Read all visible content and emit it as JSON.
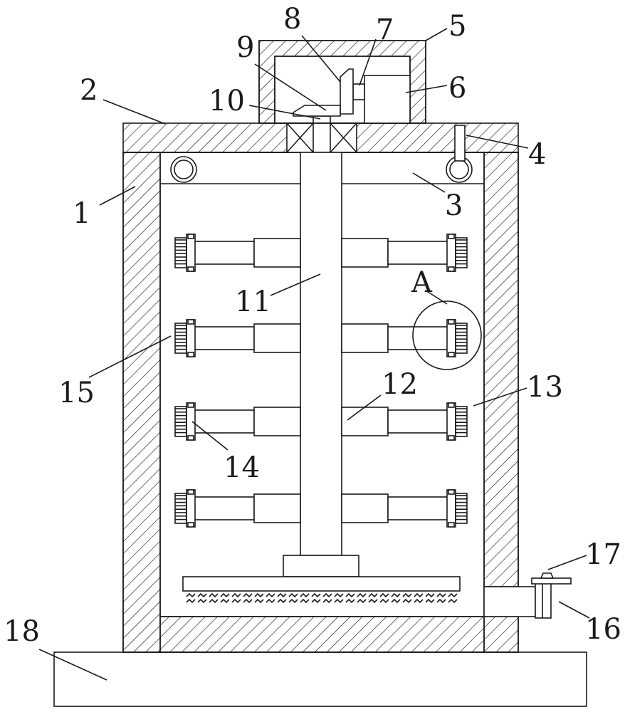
{
  "labels": {
    "n1": "1",
    "n2": "2",
    "n3": "3",
    "n4": "4",
    "n5": "5",
    "n6": "6",
    "n7": "7",
    "n8": "8",
    "n9": "9",
    "n10": "10",
    "n11": "11",
    "n12": "12",
    "n13": "13",
    "n14": "14",
    "n15": "15",
    "n16": "16",
    "n17": "17",
    "n18": "18",
    "detailA": "A"
  }
}
